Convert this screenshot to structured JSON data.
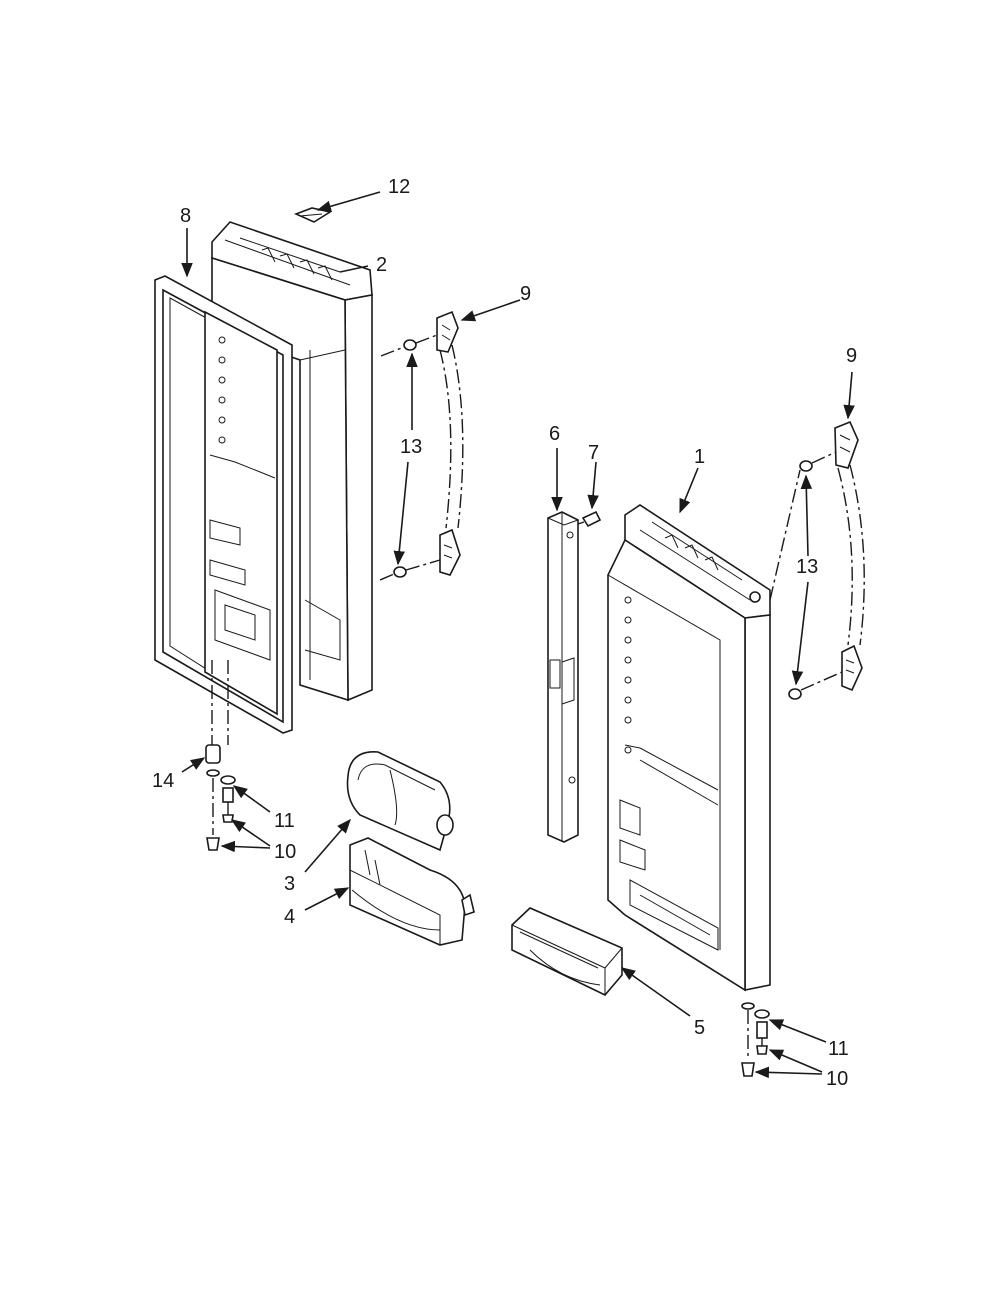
{
  "diagram": {
    "callouts": [
      {
        "id": "c-12a",
        "text": "12"
      },
      {
        "id": "c-8",
        "text": "8"
      },
      {
        "id": "c-2",
        "text": "2"
      },
      {
        "id": "c-9a",
        "text": "9"
      },
      {
        "id": "c-13a",
        "text": "13"
      },
      {
        "id": "c-9b",
        "text": "9"
      },
      {
        "id": "c-6",
        "text": "6"
      },
      {
        "id": "c-7",
        "text": "7"
      },
      {
        "id": "c-1",
        "text": "1"
      },
      {
        "id": "c-13b",
        "text": "13"
      },
      {
        "id": "c-14",
        "text": "14"
      },
      {
        "id": "c-11a",
        "text": "11"
      },
      {
        "id": "c-10a",
        "text": "10"
      },
      {
        "id": "c-3",
        "text": "3"
      },
      {
        "id": "c-4",
        "text": "4"
      },
      {
        "id": "c-5",
        "text": "5"
      },
      {
        "id": "c-11b",
        "text": "11"
      },
      {
        "id": "c-10b",
        "text": "10"
      }
    ]
  }
}
